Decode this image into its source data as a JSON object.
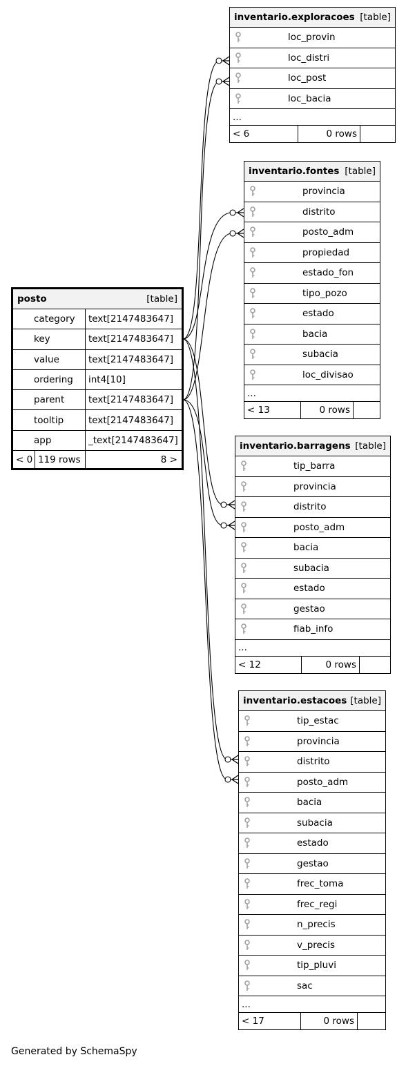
{
  "main_table": {
    "name": "posto",
    "tag": "[table]",
    "columns": [
      {
        "name": "category",
        "type": "text[2147483647]"
      },
      {
        "name": "key",
        "type": "text[2147483647]"
      },
      {
        "name": "value",
        "type": "text[2147483647]"
      },
      {
        "name": "ordering",
        "type": "int4[10]"
      },
      {
        "name": "parent",
        "type": "text[2147483647]"
      },
      {
        "name": "tooltip",
        "type": "text[2147483647]"
      },
      {
        "name": "app",
        "type": "_text[2147483647]"
      }
    ],
    "footer": {
      "left": "< 0",
      "mid": "119 rows",
      "right": "8 >"
    }
  },
  "exploracoes": {
    "name": "inventario.exploracoes",
    "tag": "[table]",
    "fields": [
      "loc_provin",
      "loc_distri",
      "loc_post",
      "loc_bacia"
    ],
    "more": "...",
    "footer": {
      "left": "< 6",
      "mid": "0 rows",
      "right": ""
    }
  },
  "fontes": {
    "name": "inventario.fontes",
    "tag": "[table]",
    "fields": [
      "provincia",
      "distrito",
      "posto_adm",
      "propiedad",
      "estado_fon",
      "tipo_pozo",
      "estado",
      "bacia",
      "subacia",
      "loc_divisao"
    ],
    "more": "...",
    "footer": {
      "left": "< 13",
      "mid": "0 rows",
      "right": ""
    }
  },
  "barragens": {
    "name": "inventario.barragens",
    "tag": "[table]",
    "fields": [
      "tip_barra",
      "provincia",
      "distrito",
      "posto_adm",
      "bacia",
      "subacia",
      "estado",
      "gestao",
      "fiab_info"
    ],
    "more": "...",
    "footer": {
      "left": "< 12",
      "mid": "0 rows",
      "right": ""
    }
  },
  "estacoes": {
    "name": "inventario.estacoes",
    "tag": "[table]",
    "fields": [
      "tip_estac",
      "provincia",
      "distrito",
      "posto_adm",
      "bacia",
      "subacia",
      "estado",
      "gestao",
      "frec_toma",
      "frec_regi",
      "n_precis",
      "v_precis",
      "tip_pluvi",
      "sac"
    ],
    "more": "...",
    "footer": {
      "left": "< 17",
      "mid": "0 rows",
      "right": ""
    }
  },
  "footer_note": "Generated by SchemaSpy",
  "colors": {
    "header_bg": "#f2f2f2",
    "key_icon": "#a0a0a0",
    "line": "#000000"
  }
}
